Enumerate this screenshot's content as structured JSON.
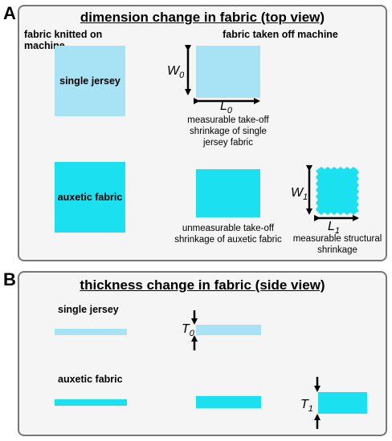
{
  "panel_a": {
    "letter": "A",
    "title": "dimension change in fabric (top view)",
    "col_left": "fabric knitted on machine",
    "col_right": "fabric taken off machine",
    "label_single": "single jersey",
    "label_auxetic": "auxetic fabric",
    "caption_single": [
      "measurable take-off",
      "shrinkage of single",
      "jersey fabric"
    ],
    "caption_auxetic": [
      "unmeasurable take-off",
      "shrinkage of auxetic fabric"
    ],
    "caption_structural": [
      "measurable structural",
      "shrinkage"
    ],
    "w0": "W",
    "w0_sub": "0",
    "l0": "L",
    "l0_sub": "0",
    "w1": "W",
    "w1_sub": "1",
    "l1": "L",
    "l1_sub": "1"
  },
  "panel_b": {
    "letter": "B",
    "title": "thickness change in fabric (side view)",
    "label_single": "single jersey",
    "label_auxetic": "auxetic fabric",
    "t0": "T",
    "t0_sub": "0",
    "t1": "T",
    "t1_sub": "1"
  },
  "colors": {
    "single_jersey": "#a7e3f5",
    "auxetic": "#1be0ef",
    "border": "#777777"
  }
}
